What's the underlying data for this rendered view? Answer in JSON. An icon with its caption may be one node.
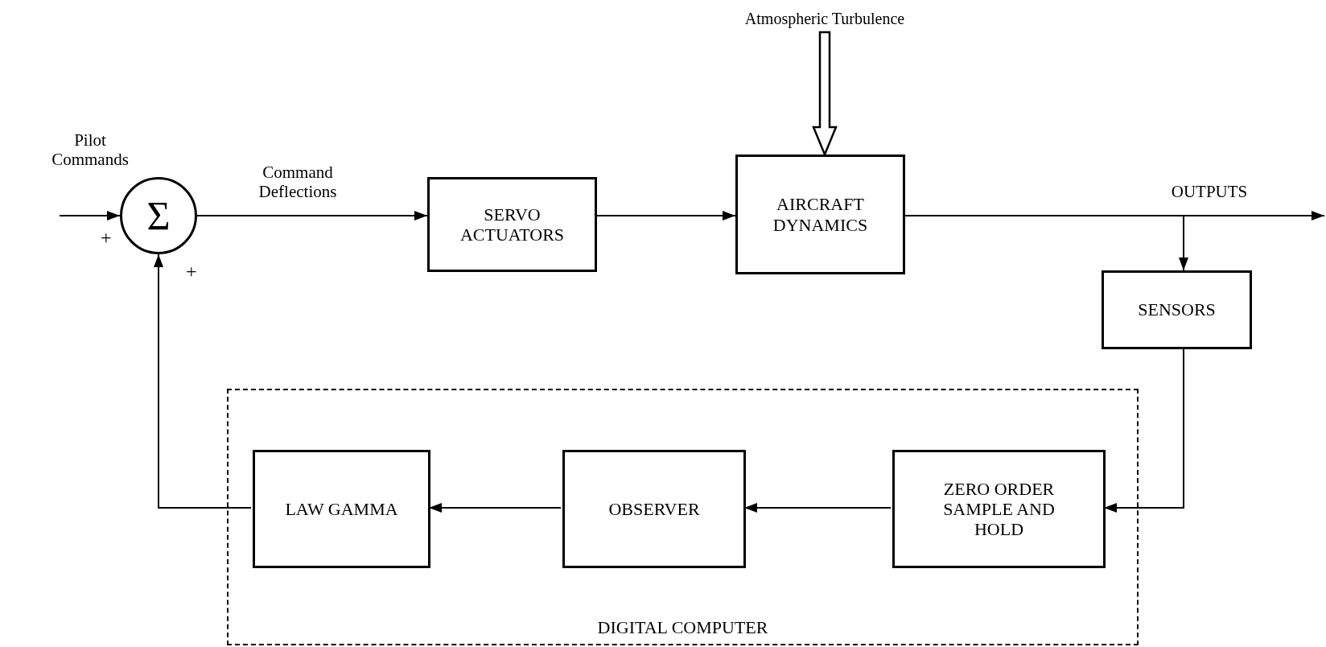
{
  "diagram": {
    "nodes": [
      {
        "text": [
          "Atmospheric Turbulence"
        ]
      },
      {
        "text": [
          "Σ"
        ]
      },
      {
        "text": [
          "SERVO ACTUATORS"
        ]
      },
      {
        "text": [
          "AIRCRAFT DYNAMICS"
        ]
      },
      {
        "text": [
          "SENSORS"
        ]
      },
      {
        "text": [
          "DIGITAL COMPUTER"
        ]
      },
      {
        "text": [
          "LAW GAMMA"
        ],
        "in": 5
      },
      {
        "text": [
          "OBSERVER"
        ],
        "in": 5
      },
      {
        "text": [
          "ZERO ORDER SAMPLE AND HOLD"
        ],
        "in": 5
      }
    ],
    "edges": [
      {
        "from": null,
        "to": 1,
        "arrow": "to",
        "label": "Pilot Commands"
      },
      {
        "from": 1,
        "to": 2,
        "arrow": "to",
        "label": "Command Deflections"
      },
      {
        "from": 2,
        "to": 3,
        "arrow": "to"
      },
      {
        "from": 0,
        "to": 3,
        "arrow": "to",
        "style": "thick"
      },
      {
        "from": 3,
        "to": null,
        "arrow": "to",
        "label": "OUTPUTS"
      },
      {
        "from": 3,
        "to": 4,
        "arrow": "to"
      },
      {
        "from": 4,
        "to": 8,
        "arrow": "to"
      },
      {
        "from": 8,
        "to": 7,
        "arrow": "to"
      },
      {
        "from": 7,
        "to": 6,
        "arrow": "to"
      },
      {
        "from": 6,
        "to": 1,
        "arrow": "to"
      }
    ],
    "labels": [
      "+",
      "+"
    ]
  }
}
